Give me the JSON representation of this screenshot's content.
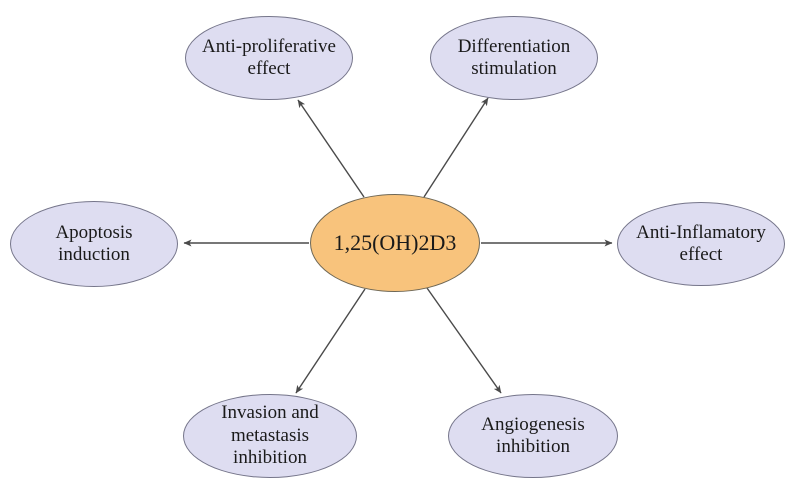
{
  "diagram": {
    "center": {
      "label": "1,25(OH)2D3"
    },
    "nodes": [
      {
        "id": "anti-proliferative-effect",
        "label": "Anti-proliferative effect",
        "position": "top-left"
      },
      {
        "id": "differentiation-stimulation",
        "label": "Differentiation stimulation",
        "position": "top-right"
      },
      {
        "id": "apoptosis-induction",
        "label": "Apoptosis induction",
        "position": "left"
      },
      {
        "id": "anti-inflamatory-effect",
        "label": "Anti-Inflamatory effect",
        "position": "right"
      },
      {
        "id": "invasion-metastasis-inhibition",
        "label": "Invasion and metastasis inhibition",
        "position": "bottom-left"
      },
      {
        "id": "angiogenesis-inhibition",
        "label": "Angiogenesis inhibition",
        "position": "bottom-right"
      }
    ],
    "colors": {
      "center_fill": "#F8C37C",
      "center_border": "#6E6755",
      "node_fill": "#DEDDF1",
      "node_border": "#75758A",
      "arrow": "#4A4A4A",
      "text": "#1A1A1A",
      "background": "#FFFFFF"
    }
  }
}
